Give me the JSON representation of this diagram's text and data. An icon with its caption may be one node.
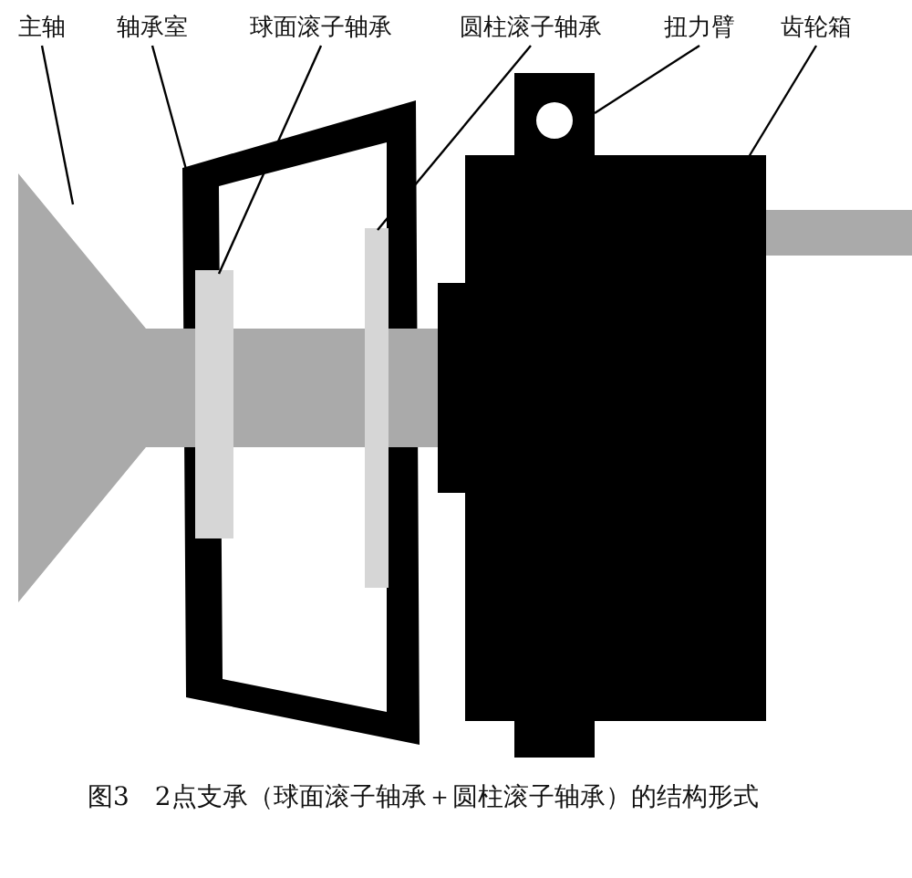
{
  "diagram": {
    "caption": "图3　2点支承（球面滚子轴承＋圆柱滚子轴承）的结构形式",
    "nodes": [
      {
        "text": [
          "主轴"
        ]
      },
      {
        "text": [
          "轴承室"
        ]
      },
      {
        "text": [
          "球面滚子轴承"
        ]
      },
      {
        "text": [
          "圆柱滚子轴承"
        ]
      },
      {
        "text": [
          "扭力臂"
        ]
      },
      {
        "text": [
          "齿轮箱"
        ]
      },
      {
        "text": [],
        "shape": "cone"
      },
      {
        "text": [],
        "shape": "box"
      },
      {
        "text": [],
        "shape": "bar"
      },
      {
        "text": [],
        "shape": "bar"
      },
      {
        "text": [],
        "shape": "box"
      },
      {
        "text": [],
        "shape": "box"
      },
      {
        "text": [],
        "shape": "bar"
      }
    ],
    "edges": [
      {
        "from": 0,
        "to": 6,
        "arrow": "none"
      },
      {
        "from": 1,
        "to": 7,
        "arrow": "none"
      },
      {
        "from": 2,
        "to": 8,
        "arrow": "none"
      },
      {
        "from": 3,
        "to": 9,
        "arrow": "none"
      },
      {
        "from": 4,
        "to": 10,
        "arrow": "none"
      },
      {
        "from": 5,
        "to": 11,
        "arrow": "none"
      }
    ]
  }
}
